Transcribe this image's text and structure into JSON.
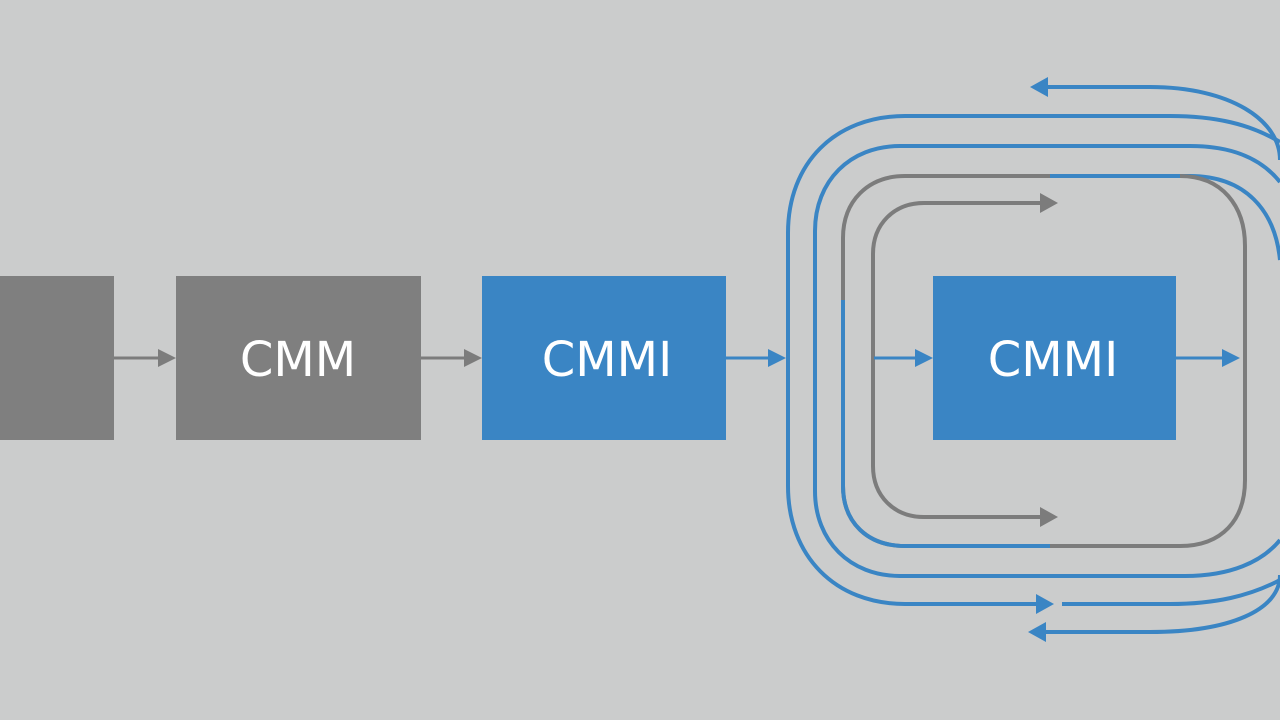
{
  "colors": {
    "background": "#cbcccc",
    "gray_box": "#7f7f7f",
    "blue_box": "#3a85c4",
    "gray_line": "#7c7c7c",
    "blue_line": "#3a85c4",
    "text": "#ffffff"
  },
  "boxes": [
    {
      "id": "partial",
      "label": "",
      "style": "gray"
    },
    {
      "id": "cmm",
      "label": "CMM",
      "style": "gray"
    },
    {
      "id": "cmmi-1",
      "label": "CMMI",
      "style": "blue"
    },
    {
      "id": "cmmi-2",
      "label": "CMMI",
      "style": "blue"
    }
  ]
}
